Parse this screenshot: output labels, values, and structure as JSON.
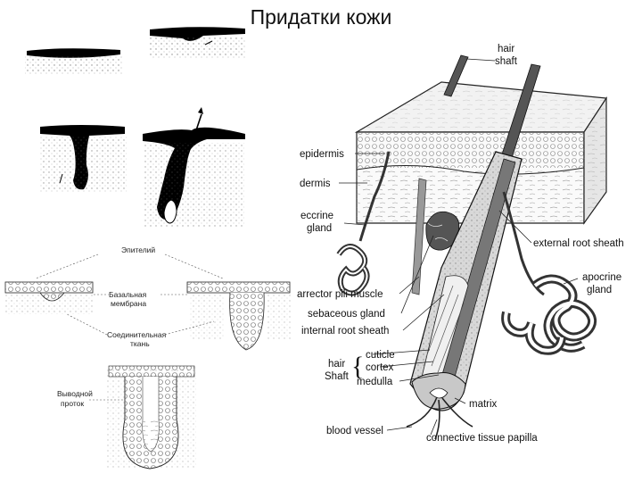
{
  "title": "Придатки кожи",
  "right_labels": {
    "hair_shaft_1": "hair",
    "hair_shaft_2": "shaft",
    "epidermis": "epidermis",
    "dermis": "dermis",
    "eccrine_1": "eccrine",
    "eccrine_2": "gland",
    "external_root_sheath": "external root sheath",
    "apocrine_1": "apocrine",
    "apocrine_2": "gland",
    "arrector_pili_muscle": "arrector pili muscle",
    "sebaceous_gland": "sebaceous gland",
    "internal_root_sheath": "internal root sheath",
    "hair_1": "hair",
    "hair_2": "Shaft",
    "cuticle": "cuticle",
    "cortex": "cortex",
    "medulla": "medulla",
    "matrix": "matrix",
    "blood_vessel": "blood vessel",
    "connective_tissue_papilla": "connective tissue papilla"
  },
  "left_labels": {
    "epithelium": "Эпителий",
    "basal_1": "Базальная",
    "basal_2": "мембрана",
    "connective_1": "Соединительная",
    "connective_2": "ткань",
    "duct_1": "Выводной",
    "duct_2": "проток"
  }
}
